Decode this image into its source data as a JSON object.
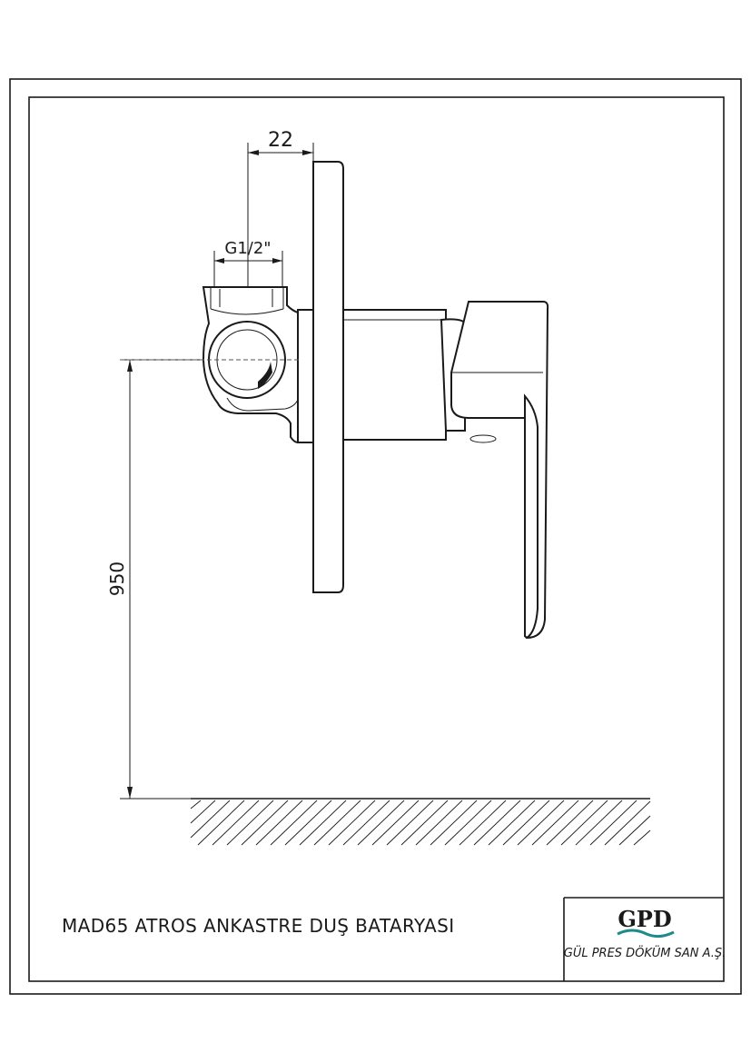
{
  "dimensions": {
    "offset_top": "22",
    "thread": "G1/2\"",
    "height": "950"
  },
  "title_block": {
    "product_title": "MAD65 ATROS ANKASTRE DUŞ BATARYASI",
    "logo_text": "GPD",
    "company_name": "GÜL PRES DÖKÜM SAN A.Ş.",
    "logo_wave_color": "#1f8a8a"
  },
  "colors": {
    "line": "#1a1a1a",
    "paper": "#ffffff"
  }
}
